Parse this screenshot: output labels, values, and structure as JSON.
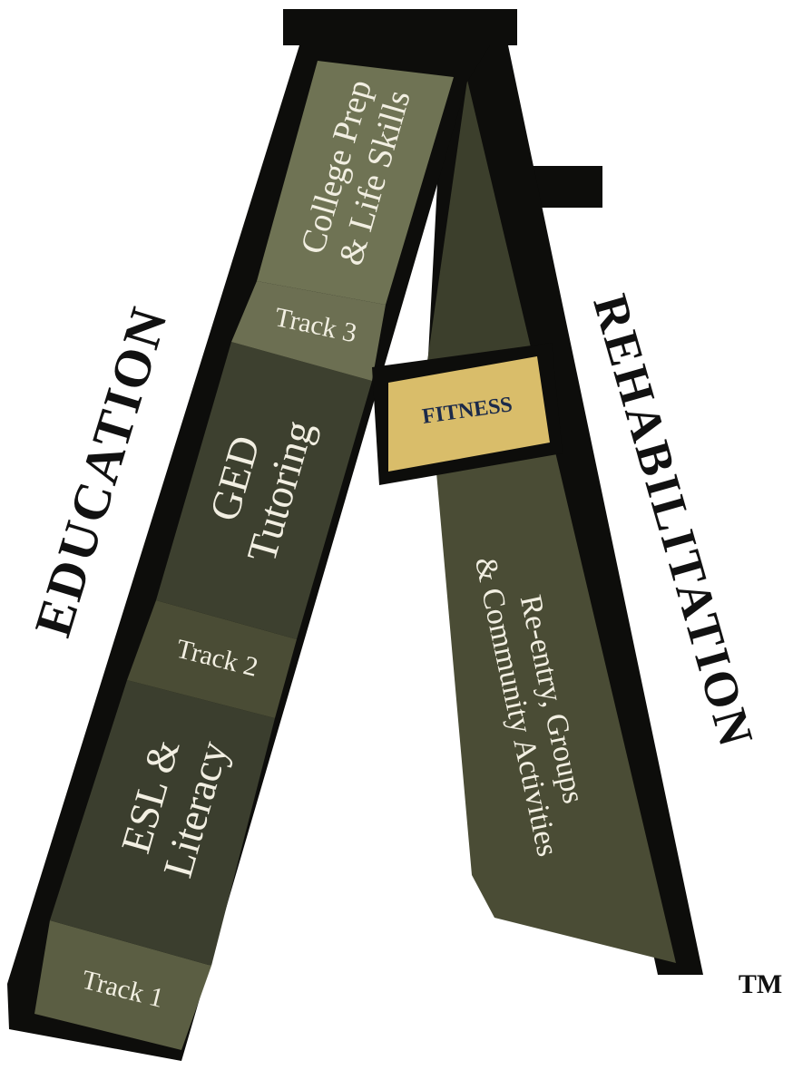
{
  "sides": {
    "left": "EDUCATION",
    "right": "REHABILITATION"
  },
  "steps": {
    "track1": "Track 1",
    "esl_line1": "ESL &",
    "esl_line2": "Literacy",
    "track2": "Track 2",
    "ged_line1": "GED",
    "ged_line2": "Tutoring",
    "track3": "Track 3",
    "college_line1": "College Prep",
    "college_line2": "& Life Skills"
  },
  "fitness": "FITNESS",
  "reentry": {
    "line1": "Re-entry, Groups",
    "line2": "& Community Activities"
  },
  "trademark": "TM",
  "colors": {
    "frame": "#0d0d0b",
    "dark_panel": "#3b3e2e",
    "mid_panel": "#4a4c35",
    "light_panel": "#6f7354",
    "track_panel": "#5b5e43",
    "fitness": "#d9bd6a",
    "fitness_text": "#1b2a4a"
  }
}
